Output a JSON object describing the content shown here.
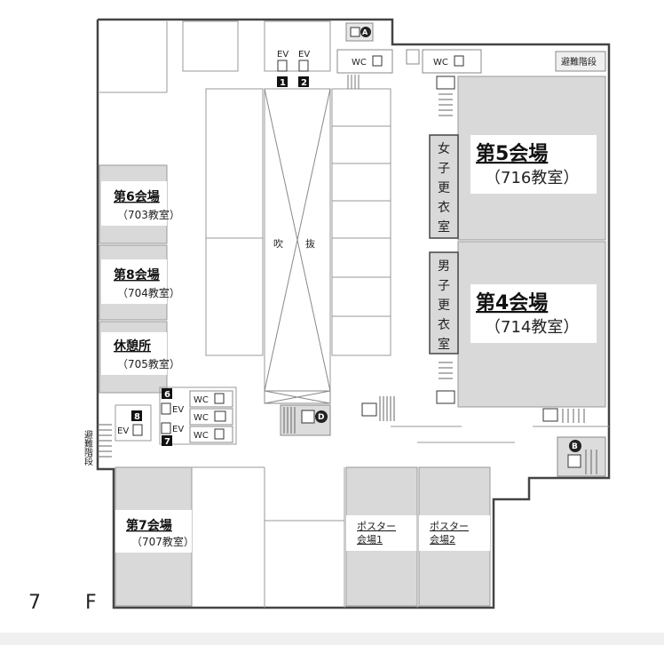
{
  "floor": "7　F",
  "colors": {
    "hall": "#d9d9d9",
    "wall": "#444444",
    "line": "#888888",
    "stair": "#555555"
  },
  "rooms": {
    "r5": {
      "name": "第5会場",
      "room": "（716教室）"
    },
    "r4": {
      "name": "第4会場",
      "room": "（714教室）"
    },
    "r6": {
      "name": "第6会場",
      "room": "（703教室）"
    },
    "r8": {
      "name": "第8会場",
      "room": "（704教室）"
    },
    "rest": {
      "name": "休憩所",
      "room": "（705教室）"
    },
    "r7": {
      "name": "第7会場",
      "room": "（707教室）"
    },
    "poster1": {
      "name1": "ポスター",
      "name2": "会場1"
    },
    "poster2": {
      "name1": "ポスター",
      "name2": "会場2"
    }
  },
  "dressing": {
    "women": [
      "女",
      "子",
      "更",
      "衣",
      "室"
    ],
    "men": [
      "男",
      "子",
      "更",
      "衣",
      "室"
    ]
  },
  "atrium": [
    "吹",
    "抜"
  ],
  "ev": {
    "label": "EV",
    "n1": "1",
    "n2": "2",
    "n6": "6",
    "n7": "7",
    "n8": "8"
  },
  "wc": "WC",
  "emergency_stairs": "避難階段",
  "stairs": {
    "a": "A",
    "b": "B",
    "d": "D"
  }
}
